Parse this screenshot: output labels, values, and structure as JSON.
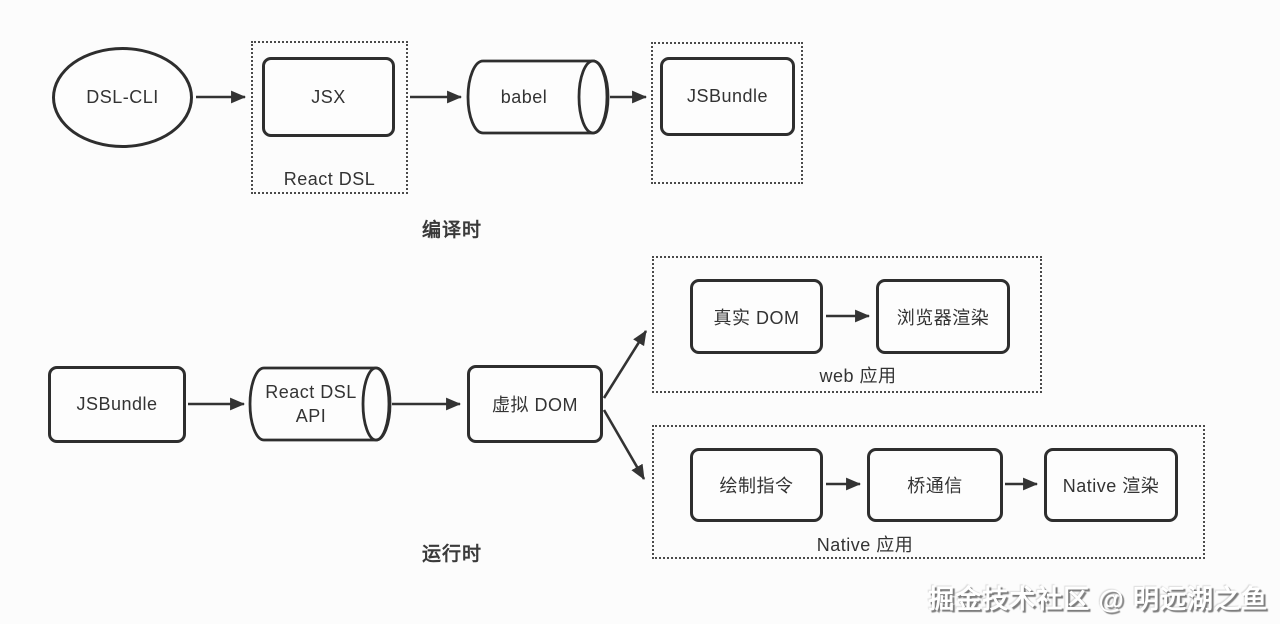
{
  "colors": {
    "stroke": "#2e2e2e",
    "text": "#333333",
    "background": "#fcfcfc",
    "dotted_border": "#4a4a4a"
  },
  "sections": {
    "compile_label": "编译时",
    "runtime_label": "运行时"
  },
  "compile": {
    "dsl_cli": "DSL-CLI",
    "jsx": "JSX",
    "react_dsl_group": "React DSL",
    "babel": "babel",
    "jsbundle": "JSBundle"
  },
  "runtime": {
    "jsbundle": "JSBundle",
    "react_dsl_api": {
      "line1": "React DSL",
      "line2": "API"
    },
    "virtual_dom": "虚拟 DOM",
    "web": {
      "real_dom": "真实 DOM",
      "browser_render": "浏览器渲染",
      "group_label": "web 应用"
    },
    "native": {
      "draw_commands": "绘制指令",
      "bridge": "桥通信",
      "native_render": "Native 渲染",
      "group_label": "Native 应用"
    }
  },
  "watermark": "掘金技术社区 @ 明远湖之鱼"
}
